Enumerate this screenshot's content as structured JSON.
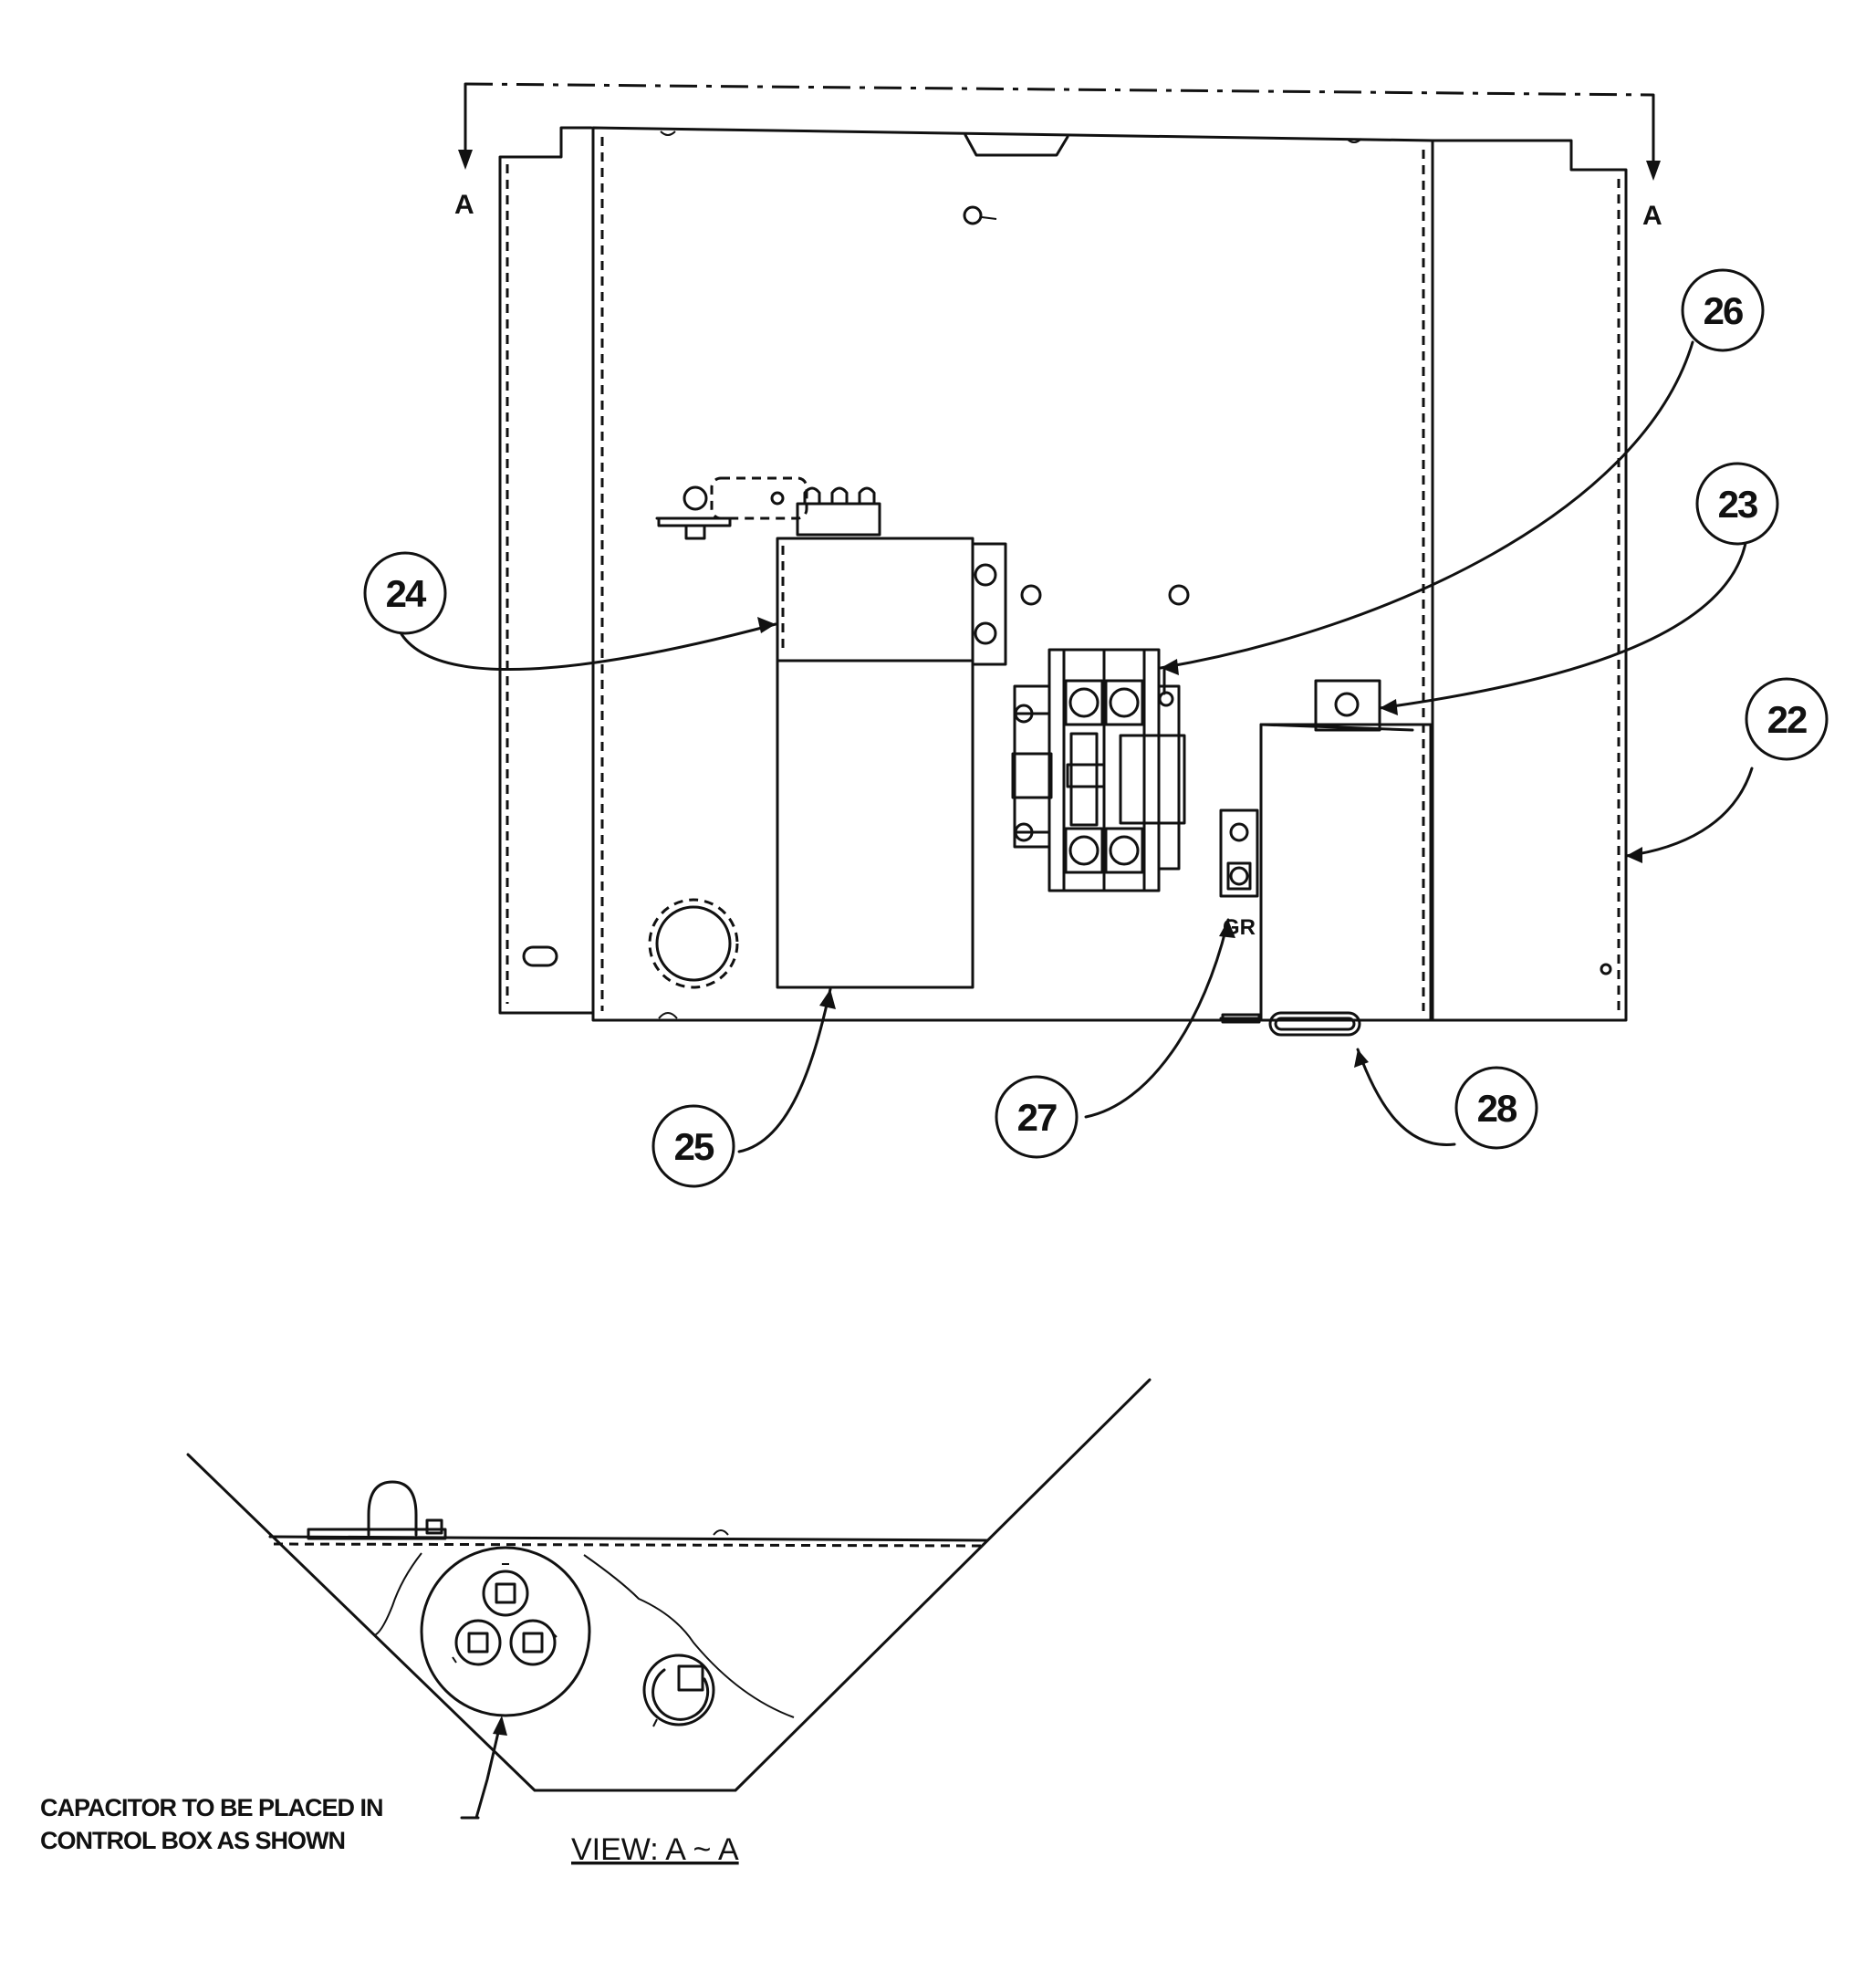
{
  "section_marks": {
    "left": "A",
    "right": "A"
  },
  "callouts": [
    {
      "id": "22",
      "label": "22"
    },
    {
      "id": "23",
      "label": "23"
    },
    {
      "id": "24",
      "label": "24"
    },
    {
      "id": "25",
      "label": "25"
    },
    {
      "id": "26",
      "label": "26"
    },
    {
      "id": "27",
      "label": "27"
    },
    {
      "id": "28",
      "label": "28"
    }
  ],
  "ground_label": "GR",
  "note": {
    "line1": "CAPACITOR TO BE PLACED IN",
    "line2": "CONTROL BOX AS SHOWN"
  },
  "view_title": "VIEW: A ~ A"
}
